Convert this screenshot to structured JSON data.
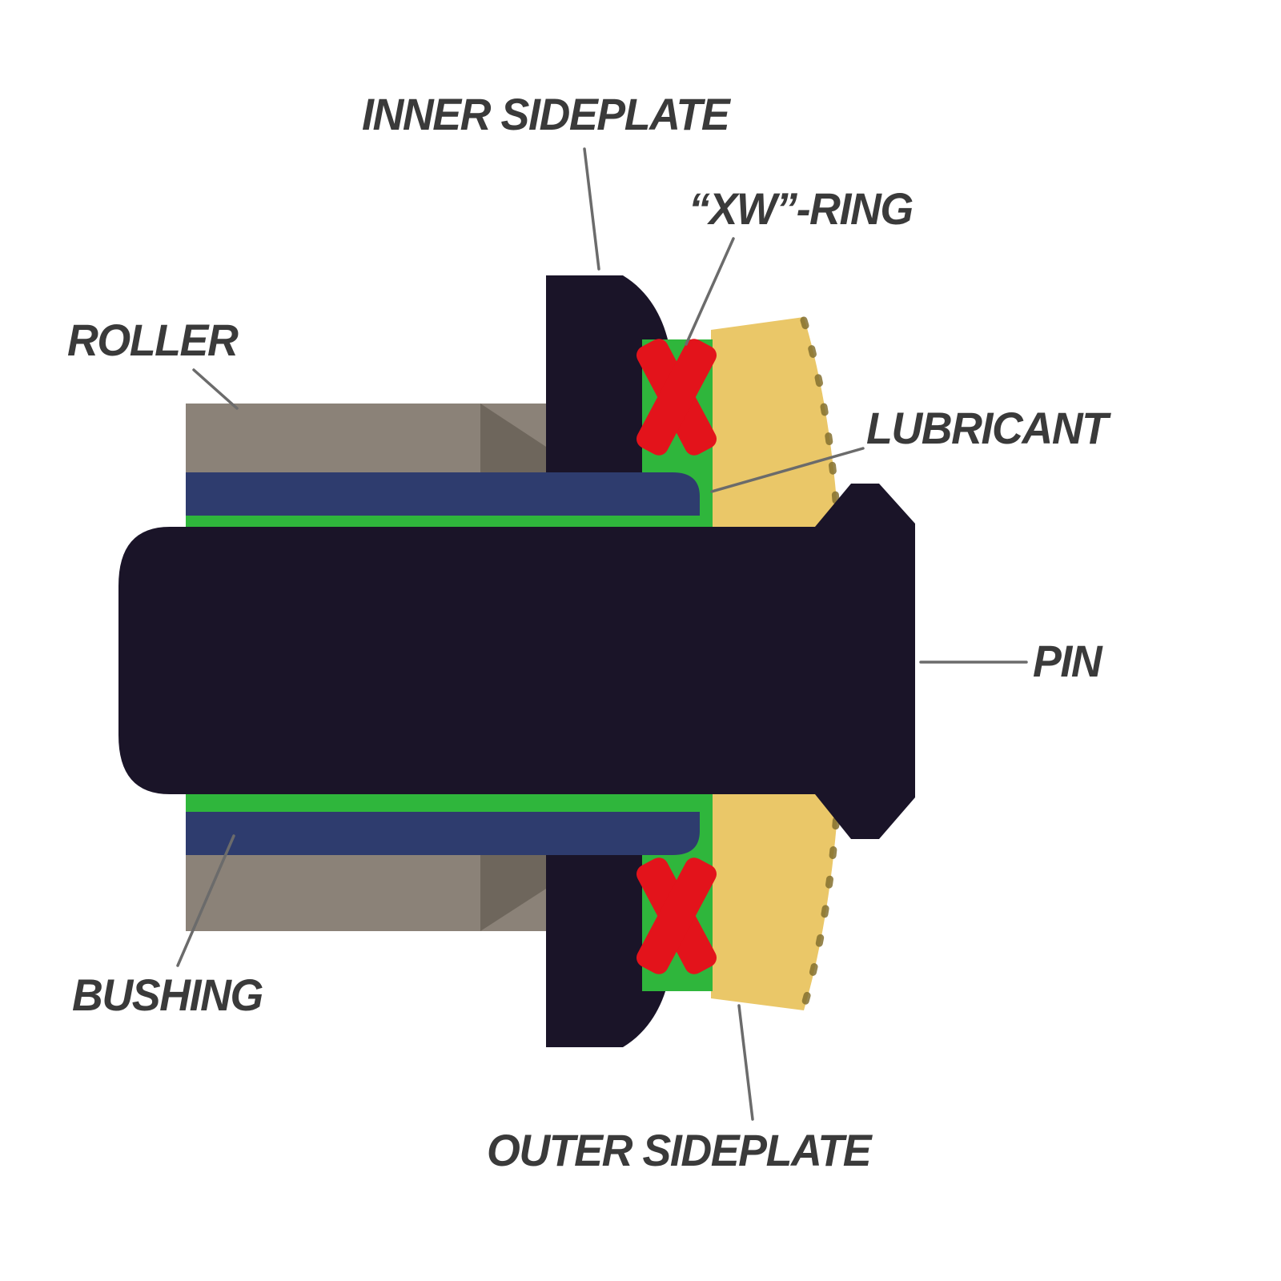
{
  "diagram": {
    "labels": {
      "inner_sideplate": "INNER SIDEPLATE",
      "xw_ring": "“XW”-RING",
      "roller": "ROLLER",
      "lubricant": "LUBRICANT",
      "pin": "PIN",
      "bushing": "BUSHING",
      "outer_sideplate": "OUTER SIDEPLATE"
    },
    "colors": {
      "pin": "#1a1428",
      "inner_sideplate": "#1a1428",
      "outer_sideplate": "#eac768",
      "outer_sideplate_edge": "#84702f",
      "roller": "#8b8278",
      "roller_shade": "#6e665c",
      "bushing": "#2e3c6e",
      "lubricant": "#2fb63c",
      "xw_ring": "#e3131b",
      "leader_line": "#6b6b6b",
      "label_text": "#3a3a3a",
      "background": "#ffffff"
    }
  }
}
